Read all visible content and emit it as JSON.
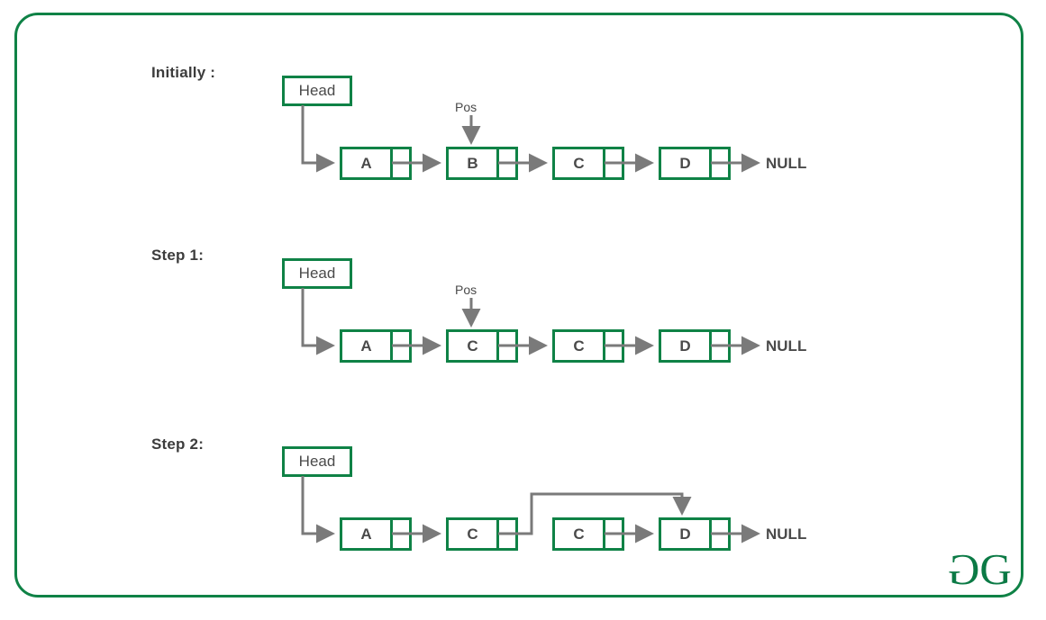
{
  "diagram": {
    "title_colors": {
      "node_border": "#0f8246",
      "arrow": "#7a7a7a",
      "text": "#4a4a4a",
      "frame": "#0f8246",
      "logo": "#0b7a45"
    },
    "logo": {
      "left_glyph": "G",
      "right_glyph": "G",
      "name": "geeksforgeeks-logo"
    },
    "rows": [
      {
        "label": "Initially :",
        "head": "Head",
        "pos_label": "Pos",
        "pos_index": 1,
        "null_label": "NULL",
        "nodes": [
          {
            "value": "A"
          },
          {
            "value": "B"
          },
          {
            "value": "C"
          },
          {
            "value": "D"
          }
        ]
      },
      {
        "label": "Step 1:",
        "head": "Head",
        "pos_label": "Pos",
        "pos_index": 1,
        "null_label": "NULL",
        "nodes": [
          {
            "value": "A"
          },
          {
            "value": "C"
          },
          {
            "value": "C"
          },
          {
            "value": "D"
          }
        ]
      },
      {
        "label": "Step 2:",
        "head": "Head",
        "pos_label": "",
        "pos_index": -1,
        "null_label": "NULL",
        "nodes": [
          {
            "value": "A"
          },
          {
            "value": "C"
          },
          {
            "value": "C"
          },
          {
            "value": "D"
          }
        ]
      }
    ]
  }
}
